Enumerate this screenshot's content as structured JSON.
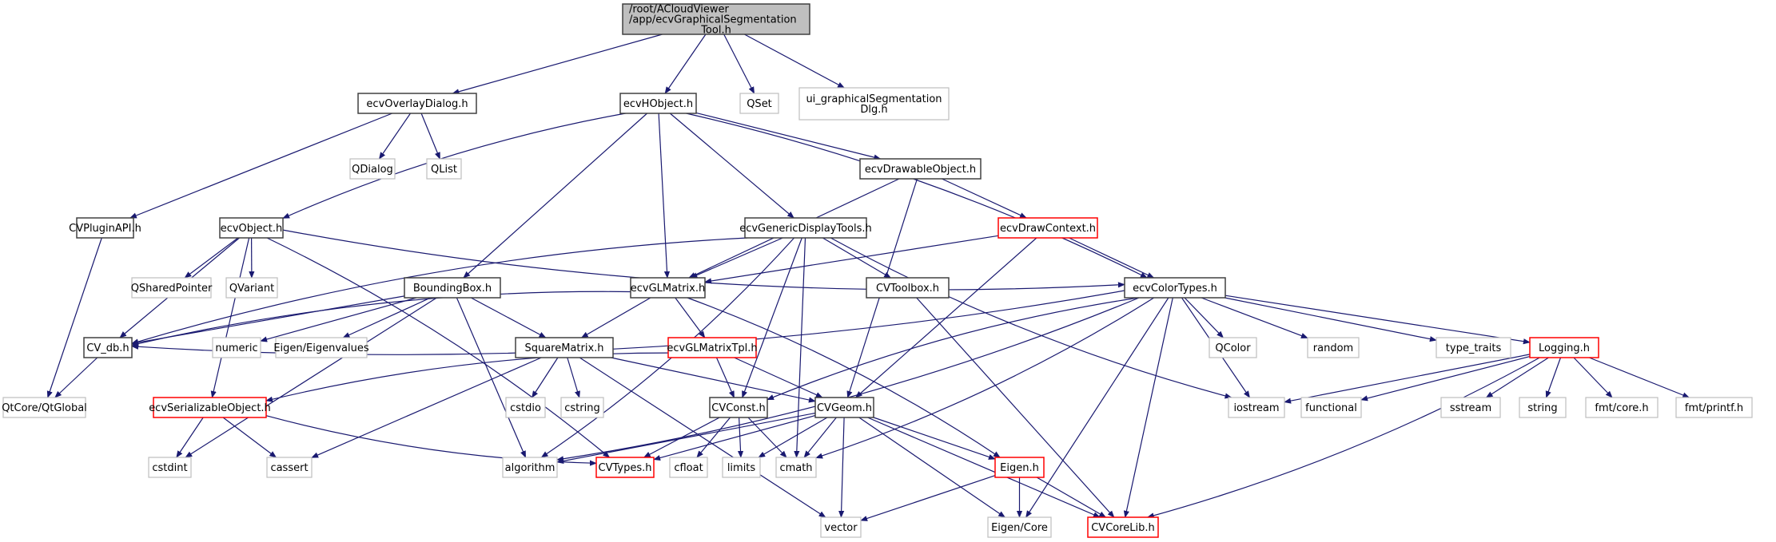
{
  "title": "Include dependency graph for /root/ACloudViewer/app/ecvGraphicalSegmentationTool.h",
  "colors": {
    "edge": "#191970",
    "root_fill": "#bfbfbf",
    "documented_border": "#404040",
    "truncated_border": "#ff0000",
    "external_border": "#bfbfbf"
  },
  "nodes": [
    {
      "id": "root",
      "lines": [
        "/root/ACloudViewer",
        "/app/ecvGraphicalSegmentation",
        "Tool.h"
      ],
      "kind": "root",
      "align": "left"
    },
    {
      "id": "ecvOverlayDialog",
      "lines": [
        "ecvOverlayDialog.h"
      ],
      "kind": "documented"
    },
    {
      "id": "ecvHObject",
      "lines": [
        "ecvHObject.h"
      ],
      "kind": "documented"
    },
    {
      "id": "QSet",
      "lines": [
        "QSet"
      ],
      "kind": "external"
    },
    {
      "id": "ui_graphical",
      "lines": [
        "ui_graphicalSegmentation",
        "Dlg.h"
      ],
      "kind": "external"
    },
    {
      "id": "QDialog",
      "lines": [
        "QDialog"
      ],
      "kind": "external"
    },
    {
      "id": "QList",
      "lines": [
        "QList"
      ],
      "kind": "external"
    },
    {
      "id": "ecvDrawableObject",
      "lines": [
        "ecvDrawableObject.h"
      ],
      "kind": "documented"
    },
    {
      "id": "CVPluginAPI",
      "lines": [
        "CVPluginAPI.h"
      ],
      "kind": "documented"
    },
    {
      "id": "ecvObject",
      "lines": [
        "ecvObject.h"
      ],
      "kind": "documented"
    },
    {
      "id": "ecvGenericDisplayTools",
      "lines": [
        "ecvGenericDisplayTools.h"
      ],
      "kind": "documented"
    },
    {
      "id": "ecvDrawContext",
      "lines": [
        "ecvDrawContext.h"
      ],
      "kind": "truncated"
    },
    {
      "id": "QSharedPointer",
      "lines": [
        "QSharedPointer"
      ],
      "kind": "external"
    },
    {
      "id": "QVariant",
      "lines": [
        "QVariant"
      ],
      "kind": "external"
    },
    {
      "id": "BoundingBox",
      "lines": [
        "BoundingBox.h"
      ],
      "kind": "documented"
    },
    {
      "id": "ecvGLMatrix",
      "lines": [
        "ecvGLMatrix.h"
      ],
      "kind": "documented"
    },
    {
      "id": "CVToolbox",
      "lines": [
        "CVToolbox.h"
      ],
      "kind": "documented"
    },
    {
      "id": "ecvColorTypes",
      "lines": [
        "ecvColorTypes.h"
      ],
      "kind": "documented"
    },
    {
      "id": "CV_db",
      "lines": [
        "CV_db.h"
      ],
      "kind": "documented"
    },
    {
      "id": "numeric",
      "lines": [
        "numeric"
      ],
      "kind": "external"
    },
    {
      "id": "EigenEigenvalues",
      "lines": [
        "Eigen/Eigenvalues"
      ],
      "kind": "external"
    },
    {
      "id": "SquareMatrix",
      "lines": [
        "SquareMatrix.h"
      ],
      "kind": "documented"
    },
    {
      "id": "ecvGLMatrixTpl",
      "lines": [
        "ecvGLMatrixTpl.h"
      ],
      "kind": "truncated"
    },
    {
      "id": "QColor",
      "lines": [
        "QColor"
      ],
      "kind": "external"
    },
    {
      "id": "random",
      "lines": [
        "random"
      ],
      "kind": "external"
    },
    {
      "id": "type_traits",
      "lines": [
        "type_traits"
      ],
      "kind": "external"
    },
    {
      "id": "Logging",
      "lines": [
        "Logging.h"
      ],
      "kind": "truncated"
    },
    {
      "id": "QtGlobal",
      "lines": [
        "QtCore/QtGlobal"
      ],
      "kind": "external"
    },
    {
      "id": "ecvSerializableObject",
      "lines": [
        "ecvSerializableObject.h"
      ],
      "kind": "truncated"
    },
    {
      "id": "cstdio",
      "lines": [
        "cstdio"
      ],
      "kind": "external"
    },
    {
      "id": "cstring",
      "lines": [
        "cstring"
      ],
      "kind": "external"
    },
    {
      "id": "CVConst",
      "lines": [
        "CVConst.h"
      ],
      "kind": "documented"
    },
    {
      "id": "CVGeom",
      "lines": [
        "CVGeom.h"
      ],
      "kind": "documented"
    },
    {
      "id": "iostream",
      "lines": [
        "iostream"
      ],
      "kind": "external"
    },
    {
      "id": "functional",
      "lines": [
        "functional"
      ],
      "kind": "external"
    },
    {
      "id": "sstream",
      "lines": [
        "sstream"
      ],
      "kind": "external"
    },
    {
      "id": "string",
      "lines": [
        "string"
      ],
      "kind": "external"
    },
    {
      "id": "fmtcore",
      "lines": [
        "fmt/core.h"
      ],
      "kind": "external"
    },
    {
      "id": "fmtprintf",
      "lines": [
        "fmt/printf.h"
      ],
      "kind": "external"
    },
    {
      "id": "cstdint",
      "lines": [
        "cstdint"
      ],
      "kind": "external"
    },
    {
      "id": "cassert",
      "lines": [
        "cassert"
      ],
      "kind": "external"
    },
    {
      "id": "algorithm",
      "lines": [
        "algorithm"
      ],
      "kind": "external"
    },
    {
      "id": "CVTypes",
      "lines": [
        "CVTypes.h"
      ],
      "kind": "truncated"
    },
    {
      "id": "cfloat",
      "lines": [
        "cfloat"
      ],
      "kind": "external"
    },
    {
      "id": "limits",
      "lines": [
        "limits"
      ],
      "kind": "external"
    },
    {
      "id": "cmath",
      "lines": [
        "cmath"
      ],
      "kind": "external"
    },
    {
      "id": "EigenH",
      "lines": [
        "Eigen.h"
      ],
      "kind": "truncated"
    },
    {
      "id": "vector",
      "lines": [
        "vector"
      ],
      "kind": "external"
    },
    {
      "id": "EigenCore",
      "lines": [
        "Eigen/Core"
      ],
      "kind": "external"
    },
    {
      "id": "CVCoreLib",
      "lines": [
        "CVCoreLib.h"
      ],
      "kind": "truncated"
    }
  ],
  "edges": [
    [
      "root",
      "ecvOverlayDialog"
    ],
    [
      "root",
      "ecvHObject"
    ],
    [
      "root",
      "QSet"
    ],
    [
      "root",
      "ui_graphical"
    ],
    [
      "ecvOverlayDialog",
      "QDialog"
    ],
    [
      "ecvOverlayDialog",
      "QList"
    ],
    [
      "ecvOverlayDialog",
      "CVPluginAPI"
    ],
    [
      "ecvHObject",
      "ecvObject"
    ],
    [
      "ecvHObject",
      "BoundingBox"
    ],
    [
      "ecvHObject",
      "ecvGLMatrix"
    ],
    [
      "ecvHObject",
      "ecvGenericDisplayTools"
    ],
    [
      "ecvHObject",
      "ecvDrawableObject"
    ],
    [
      "ecvHObject",
      "ecvColorTypes"
    ],
    [
      "ecvDrawableObject",
      "ecvGLMatrix"
    ],
    [
      "ecvDrawableObject",
      "ecvDrawContext"
    ],
    [
      "ecvDrawableObject",
      "CVGeom"
    ],
    [
      "CVPluginAPI",
      "QtGlobal"
    ],
    [
      "ecvObject",
      "QSharedPointer"
    ],
    [
      "ecvObject",
      "QVariant"
    ],
    [
      "ecvObject",
      "CV_db"
    ],
    [
      "ecvObject",
      "ecvSerializableObject"
    ],
    [
      "ecvObject",
      "ecvColorTypes"
    ],
    [
      "ecvObject",
      "CVTypes"
    ],
    [
      "ecvGenericDisplayTools",
      "ecvGLMatrix"
    ],
    [
      "ecvGenericDisplayTools",
      "CVToolbox"
    ],
    [
      "ecvGenericDisplayTools",
      "CV_db"
    ],
    [
      "ecvGenericDisplayTools",
      "algorithm"
    ],
    [
      "ecvGenericDisplayTools",
      "CVConst"
    ],
    [
      "ecvGenericDisplayTools",
      "cmath"
    ],
    [
      "ecvGenericDisplayTools",
      "iostream"
    ],
    [
      "ecvDrawContext",
      "ecvColorTypes"
    ],
    [
      "ecvDrawContext",
      "ecvGLMatrix"
    ],
    [
      "ecvDrawContext",
      "CVGeom"
    ],
    [
      "BoundingBox",
      "CV_db"
    ],
    [
      "BoundingBox",
      "numeric"
    ],
    [
      "BoundingBox",
      "EigenEigenvalues"
    ],
    [
      "BoundingBox",
      "SquareMatrix"
    ],
    [
      "BoundingBox",
      "cstdint"
    ],
    [
      "BoundingBox",
      "algorithm"
    ],
    [
      "ecvGLMatrix",
      "SquareMatrix"
    ],
    [
      "ecvGLMatrix",
      "ecvGLMatrixTpl"
    ],
    [
      "ecvGLMatrix",
      "CV_db"
    ],
    [
      "ecvGLMatrix",
      "EigenH"
    ],
    [
      "CVToolbox",
      "CVCoreLib"
    ],
    [
      "ecvColorTypes",
      "CV_db"
    ],
    [
      "ecvColorTypes",
      "QColor"
    ],
    [
      "ecvColorTypes",
      "random"
    ],
    [
      "ecvColorTypes",
      "type_traits"
    ],
    [
      "ecvColorTypes",
      "Logging"
    ],
    [
      "ecvColorTypes",
      "iostream"
    ],
    [
      "ecvColorTypes",
      "algorithm"
    ],
    [
      "ecvColorTypes",
      "CVConst"
    ],
    [
      "ecvColorTypes",
      "cmath"
    ],
    [
      "ecvColorTypes",
      "EigenCore"
    ],
    [
      "ecvColorTypes",
      "CVCoreLib"
    ],
    [
      "CV_db",
      "QtGlobal"
    ],
    [
      "SquareMatrix",
      "cstdio"
    ],
    [
      "SquareMatrix",
      "cstring"
    ],
    [
      "SquareMatrix",
      "CVGeom"
    ],
    [
      "SquareMatrix",
      "cassert"
    ],
    [
      "SquareMatrix",
      "vector"
    ],
    [
      "ecvGLMatrixTpl",
      "CVConst"
    ],
    [
      "ecvGLMatrixTpl",
      "CVGeom"
    ],
    [
      "ecvGLMatrixTpl",
      "ecvSerializableObject"
    ],
    [
      "Logging",
      "iostream"
    ],
    [
      "Logging",
      "functional"
    ],
    [
      "Logging",
      "sstream"
    ],
    [
      "Logging",
      "string"
    ],
    [
      "Logging",
      "fmtcore"
    ],
    [
      "Logging",
      "fmtprintf"
    ],
    [
      "Logging",
      "CVCoreLib"
    ],
    [
      "ecvSerializableObject",
      "cstdint"
    ],
    [
      "ecvSerializableObject",
      "cassert"
    ],
    [
      "ecvSerializableObject",
      "CVTypes"
    ],
    [
      "CVConst",
      "CVTypes"
    ],
    [
      "CVConst",
      "cfloat"
    ],
    [
      "CVConst",
      "limits"
    ],
    [
      "CVConst",
      "cmath"
    ],
    [
      "CVGeom",
      "CVTypes"
    ],
    [
      "CVGeom",
      "algorithm"
    ],
    [
      "CVGeom",
      "limits"
    ],
    [
      "CVGeom",
      "cmath"
    ],
    [
      "CVGeom",
      "vector"
    ],
    [
      "CVGeom",
      "EigenH"
    ],
    [
      "CVGeom",
      "EigenCore"
    ],
    [
      "CVGeom",
      "CVCoreLib"
    ],
    [
      "EigenH",
      "vector"
    ],
    [
      "EigenH",
      "EigenCore"
    ],
    [
      "EigenH",
      "CVCoreLib"
    ]
  ]
}
